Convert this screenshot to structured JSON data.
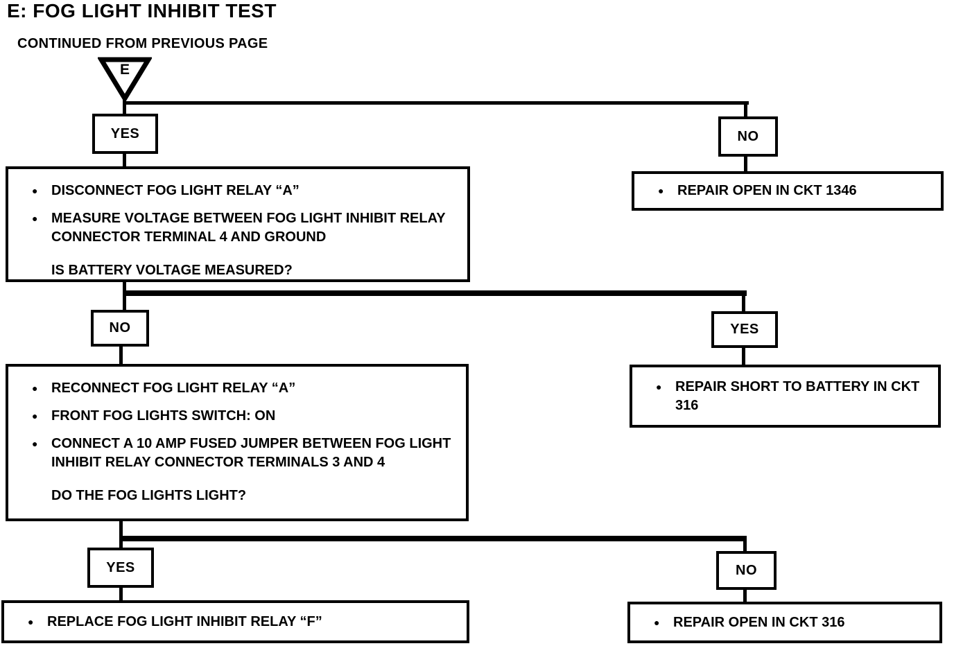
{
  "page": {
    "title": "E: FOG LIGHT INHIBIT TEST",
    "continued_from": "CONTINUED FROM PREVIOUS PAGE",
    "entry_connector": "E"
  },
  "colors": {
    "ink": "#000000",
    "paper": "#ffffff"
  },
  "glyphs": {
    "bullet": "●"
  },
  "levels": [
    {
      "left_branch": "YES",
      "right_branch": "NO",
      "left_box": {
        "bullets": [
          "DISCONNECT FOG LIGHT RELAY “A”",
          "MEASURE VOLTAGE BETWEEN FOG LIGHT INHIBIT RELAY CONNECTOR TERMINAL 4 AND GROUND"
        ],
        "question": "IS BATTERY VOLTAGE MEASURED?"
      },
      "right_box": {
        "bullets": [
          "REPAIR OPEN IN CKT 1346"
        ]
      }
    },
    {
      "left_branch": "NO",
      "right_branch": "YES",
      "left_box": {
        "bullets": [
          "RECONNECT FOG LIGHT RELAY “A”",
          "FRONT FOG LIGHTS SWITCH: ON",
          "CONNECT A 10 AMP FUSED JUMPER BETWEEN FOG LIGHT INHIBIT RELAY CONNECTOR TERMINALS 3 AND 4"
        ],
        "question": "DO THE FOG LIGHTS LIGHT?"
      },
      "right_box": {
        "bullets": [
          "REPAIR SHORT TO BATTERY IN CKT 316"
        ]
      }
    },
    {
      "left_branch": "YES",
      "right_branch": "NO",
      "left_box": {
        "bullets": [
          "REPLACE FOG LIGHT INHIBIT RELAY “F”"
        ]
      },
      "right_box": {
        "bullets": [
          "REPAIR OPEN IN CKT 316"
        ]
      }
    }
  ]
}
